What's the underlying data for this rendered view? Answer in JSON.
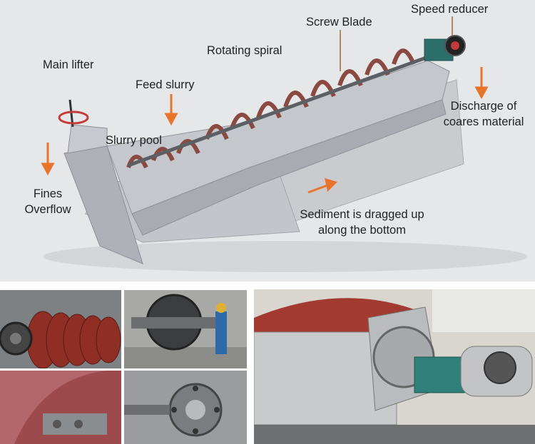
{
  "diagram": {
    "labels": {
      "main_lifter": "Main lifter",
      "feed_slurry": "Feed slurry",
      "rotating_spiral": "Rotating spiral",
      "screw_blade": "Screw Blade",
      "speed_reducer": "Speed reducer",
      "slurry_pool": "Slurry pool",
      "fines_line1": "Fines",
      "fines_line2": "Overflow",
      "discharge_line1": "Discharge of",
      "discharge_line2": "coares material",
      "sediment_line1": "Sediment is dragged up",
      "sediment_line2": "along the bottom"
    },
    "colors": {
      "background": "#e6e7e9",
      "machine_steel": "#b9bcc2",
      "arrow": "#e8742c",
      "spiral": "#8a4a42",
      "label_text": "#222222"
    }
  }
}
